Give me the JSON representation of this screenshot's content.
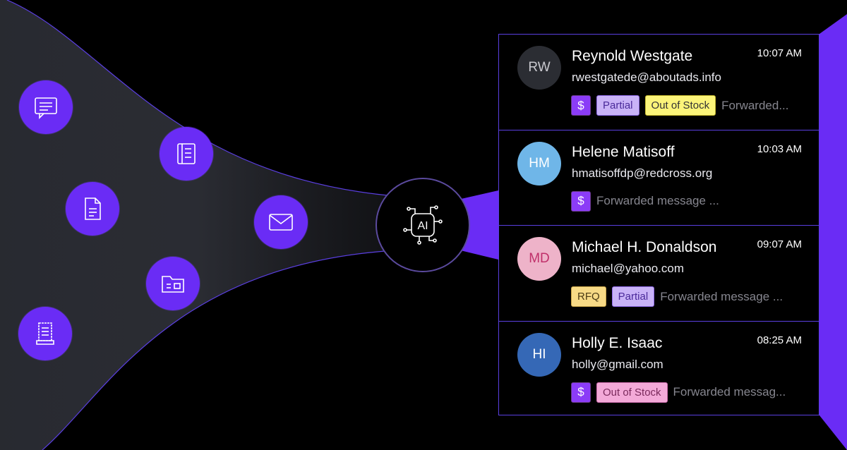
{
  "sources": [
    {
      "icon": "chat-message-icon"
    },
    {
      "icon": "notebook-icon"
    },
    {
      "icon": "document-icon"
    },
    {
      "icon": "mail-icon"
    },
    {
      "icon": "folder-icon"
    },
    {
      "icon": "receipt-icon"
    }
  ],
  "hub": {
    "label": "AI",
    "icon": "ai-chip-icon"
  },
  "colors": {
    "accent": "#6a2cf5",
    "panel_border": "#5a3fe0",
    "background": "#000000"
  },
  "emails": [
    {
      "initials": "RW",
      "avatar_bg": "#2b2d33",
      "avatar_fg": "#c9c9cf",
      "name": "Reynold Westgate",
      "email": "rwestgatede@aboutads.info",
      "time": "10:07 AM",
      "tags": [
        {
          "label": "$",
          "kind": "dollar"
        },
        {
          "label": "Partial",
          "kind": "partial"
        },
        {
          "label": "Out of Stock",
          "kind": "outofstock-y"
        }
      ],
      "preview": "Forwarded..."
    },
    {
      "initials": "HM",
      "avatar_bg": "#6fb6e8",
      "avatar_fg": "#ffffff",
      "name": "Helene Matisoff",
      "email": "hmatisoffdp@redcross.org",
      "time": "10:03 AM",
      "tags": [
        {
          "label": "$",
          "kind": "dollar"
        }
      ],
      "preview": "Forwarded message ..."
    },
    {
      "initials": "MD",
      "avatar_bg": "#eeb3c9",
      "avatar_fg": "#c0306a",
      "name": "Michael H. Donaldson",
      "email": "michael@yahoo.com",
      "time": "09:07 AM",
      "tags": [
        {
          "label": "RFQ",
          "kind": "rfq"
        },
        {
          "label": "Partial",
          "kind": "partial"
        }
      ],
      "preview": "Forwarded message ..."
    },
    {
      "initials": "HI",
      "avatar_bg": "#3568b6",
      "avatar_fg": "#ffffff",
      "name": "Holly E. Isaac",
      "email": "holly@gmail.com",
      "time": "08:25 AM",
      "tags": [
        {
          "label": "$",
          "kind": "dollar"
        },
        {
          "label": "Out of Stock",
          "kind": "outofstock-p"
        }
      ],
      "preview": "Forwarded messag..."
    }
  ]
}
